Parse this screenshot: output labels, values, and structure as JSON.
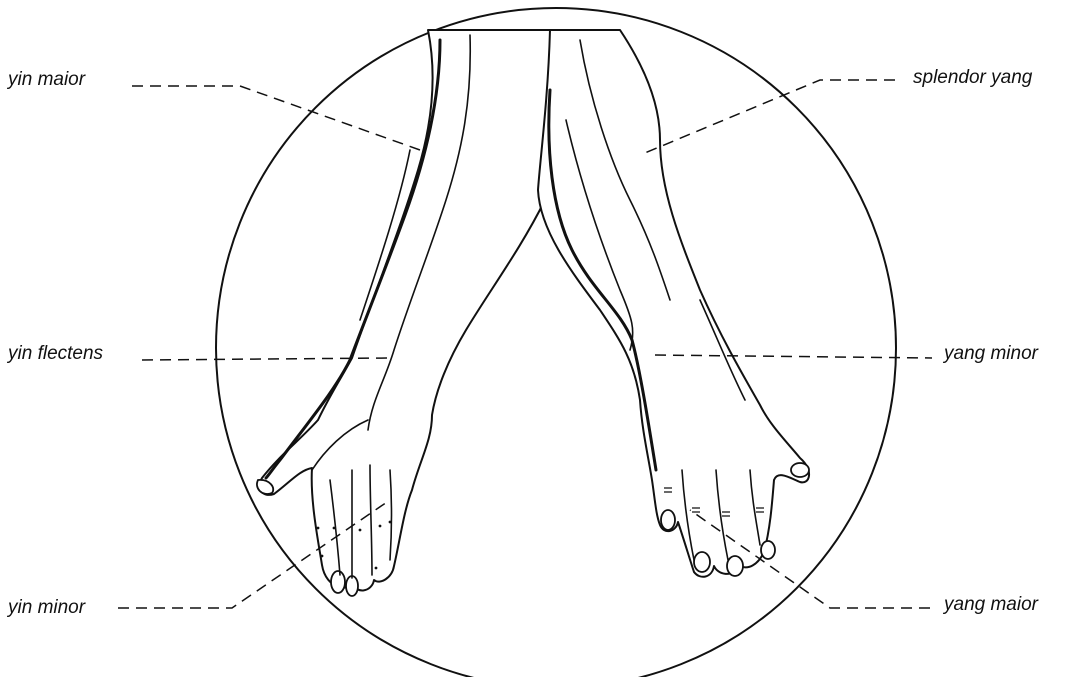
{
  "labels": {
    "yin_maior": "yin maior",
    "splendor_yang": "splendor yang",
    "yin_flectens": "yin flectens",
    "yang_minor": "yang minor",
    "yin_minor": "yin minor",
    "yang_maior": "yang maior"
  }
}
